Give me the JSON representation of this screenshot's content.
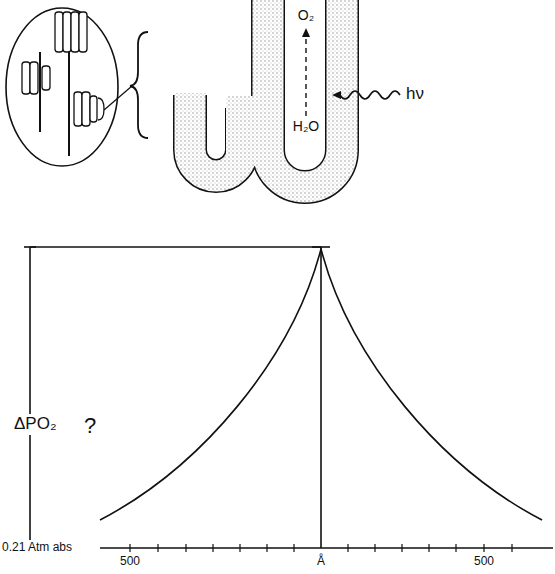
{
  "diagram": {
    "labels": [
      "O₂",
      "H₂O",
      "hν",
      "ΔPO₂",
      "?",
      "0.21 Atm abs",
      "500",
      "Å",
      "500"
    ]
  }
}
